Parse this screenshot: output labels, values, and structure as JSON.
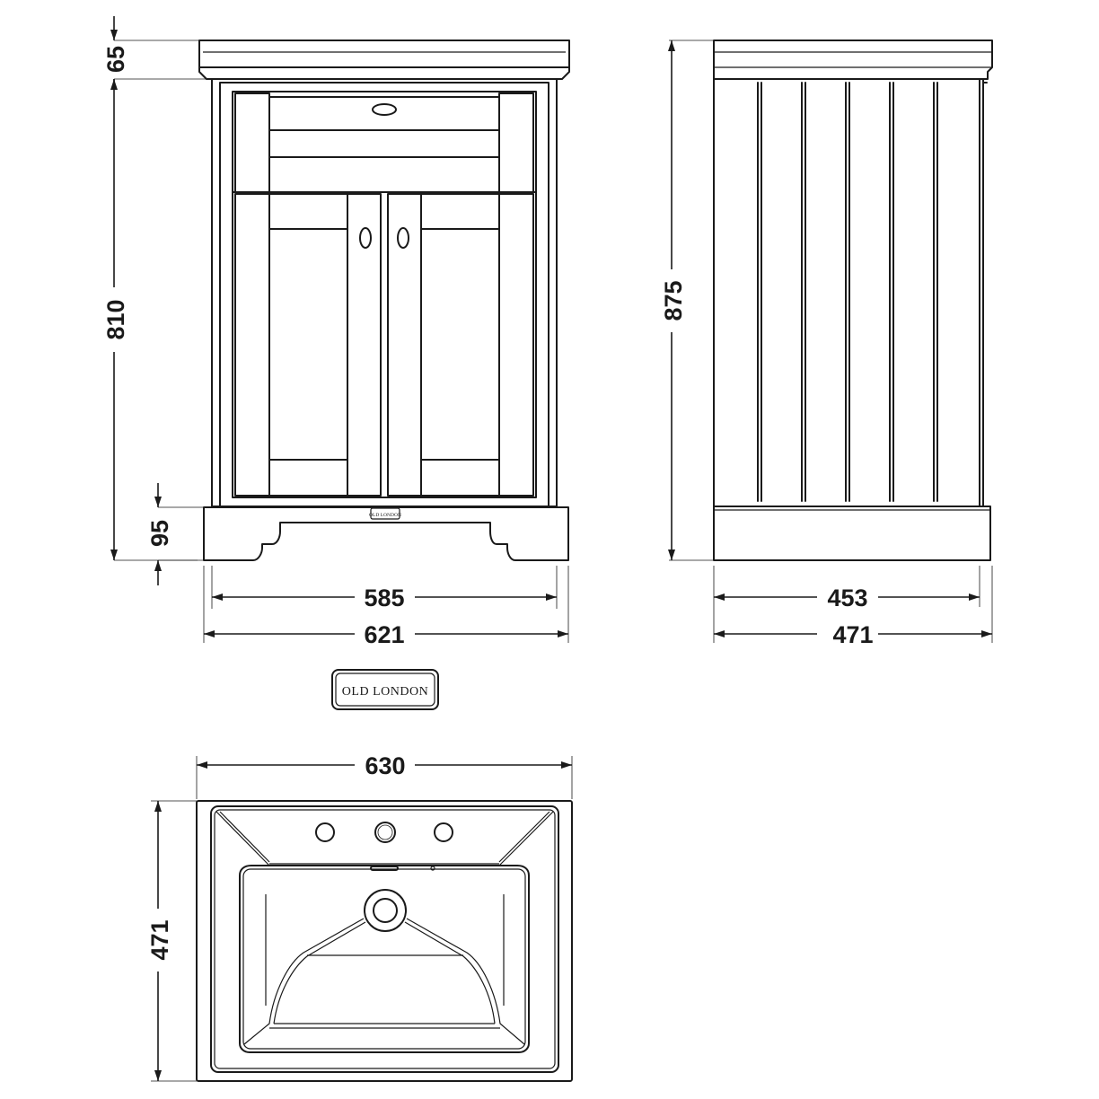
{
  "dimensions": {
    "front_top_thickness": "65",
    "front_body_height": "810",
    "front_plinth_height": "95",
    "front_body_width": "585",
    "front_total_width": "621",
    "side_total_height": "875",
    "side_body_depth": "453",
    "side_total_depth": "471",
    "basin_width": "630",
    "basin_depth": "471"
  },
  "brand": {
    "badge_text": "OLD LONDON",
    "plinth_badge_text": "OLD LONDON"
  },
  "colors": {
    "line": "#1a1a1a",
    "background": "#ffffff"
  }
}
